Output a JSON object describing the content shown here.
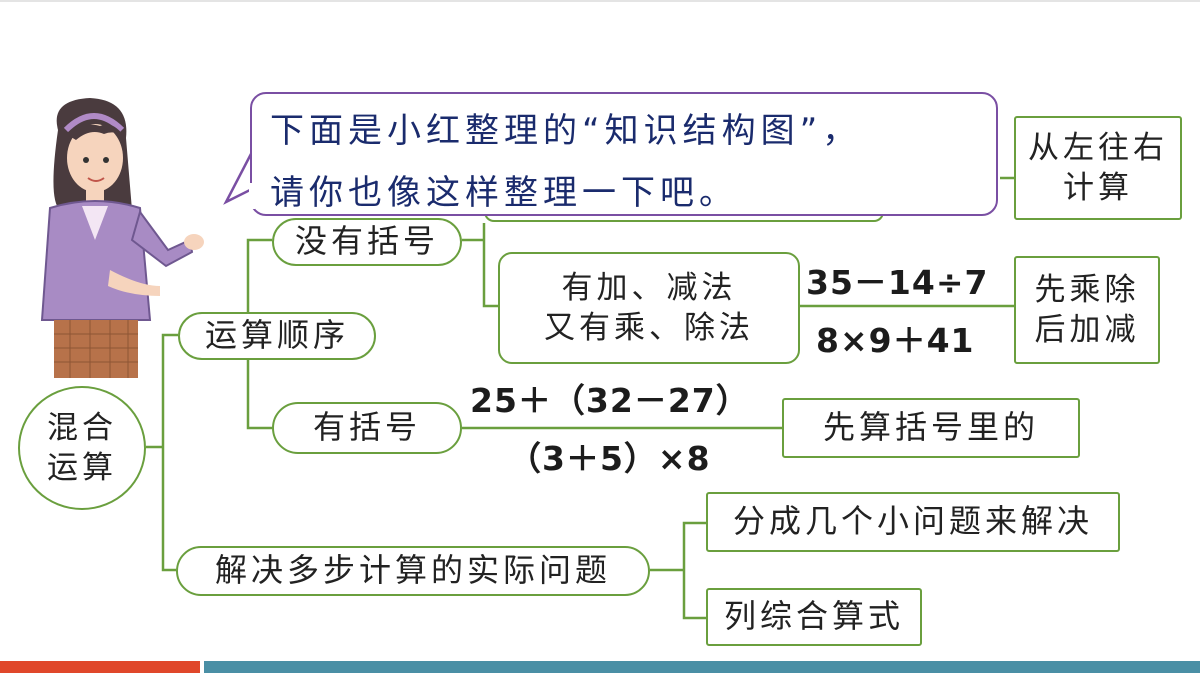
{
  "speech_bubble": {
    "line1": "下面是小红整理的“知识结构图”，",
    "line2": "请你也像这样整理一下吧。"
  },
  "nodes": {
    "root": "混合\n运算",
    "order": "运算顺序",
    "no_paren": "没有括号",
    "mixed_ops": "有加、减法\n又有乘、除法",
    "left_to_right": "从左往右\n计算",
    "mul_div_first": "先乘除\n后加减",
    "with_paren": "有括号",
    "paren_first": "先算括号里的",
    "multistep": "解决多步计算的实际问题",
    "split_problems": "分成几个小问题来解决",
    "combined_formula": "列综合算式"
  },
  "expressions": {
    "mixed_ex1": "35－14÷7",
    "mixed_ex2": "8×9＋41",
    "paren_ex1": "25＋（32－27）",
    "paren_ex2": "（3＋5）×8"
  },
  "colors": {
    "branch_green": "#6a9f3e",
    "bubble_border": "#7a4fa3",
    "bubble_text": "#1a2b6d",
    "bar_red": "#e0472a",
    "bar_teal": "#4a8fa5"
  }
}
